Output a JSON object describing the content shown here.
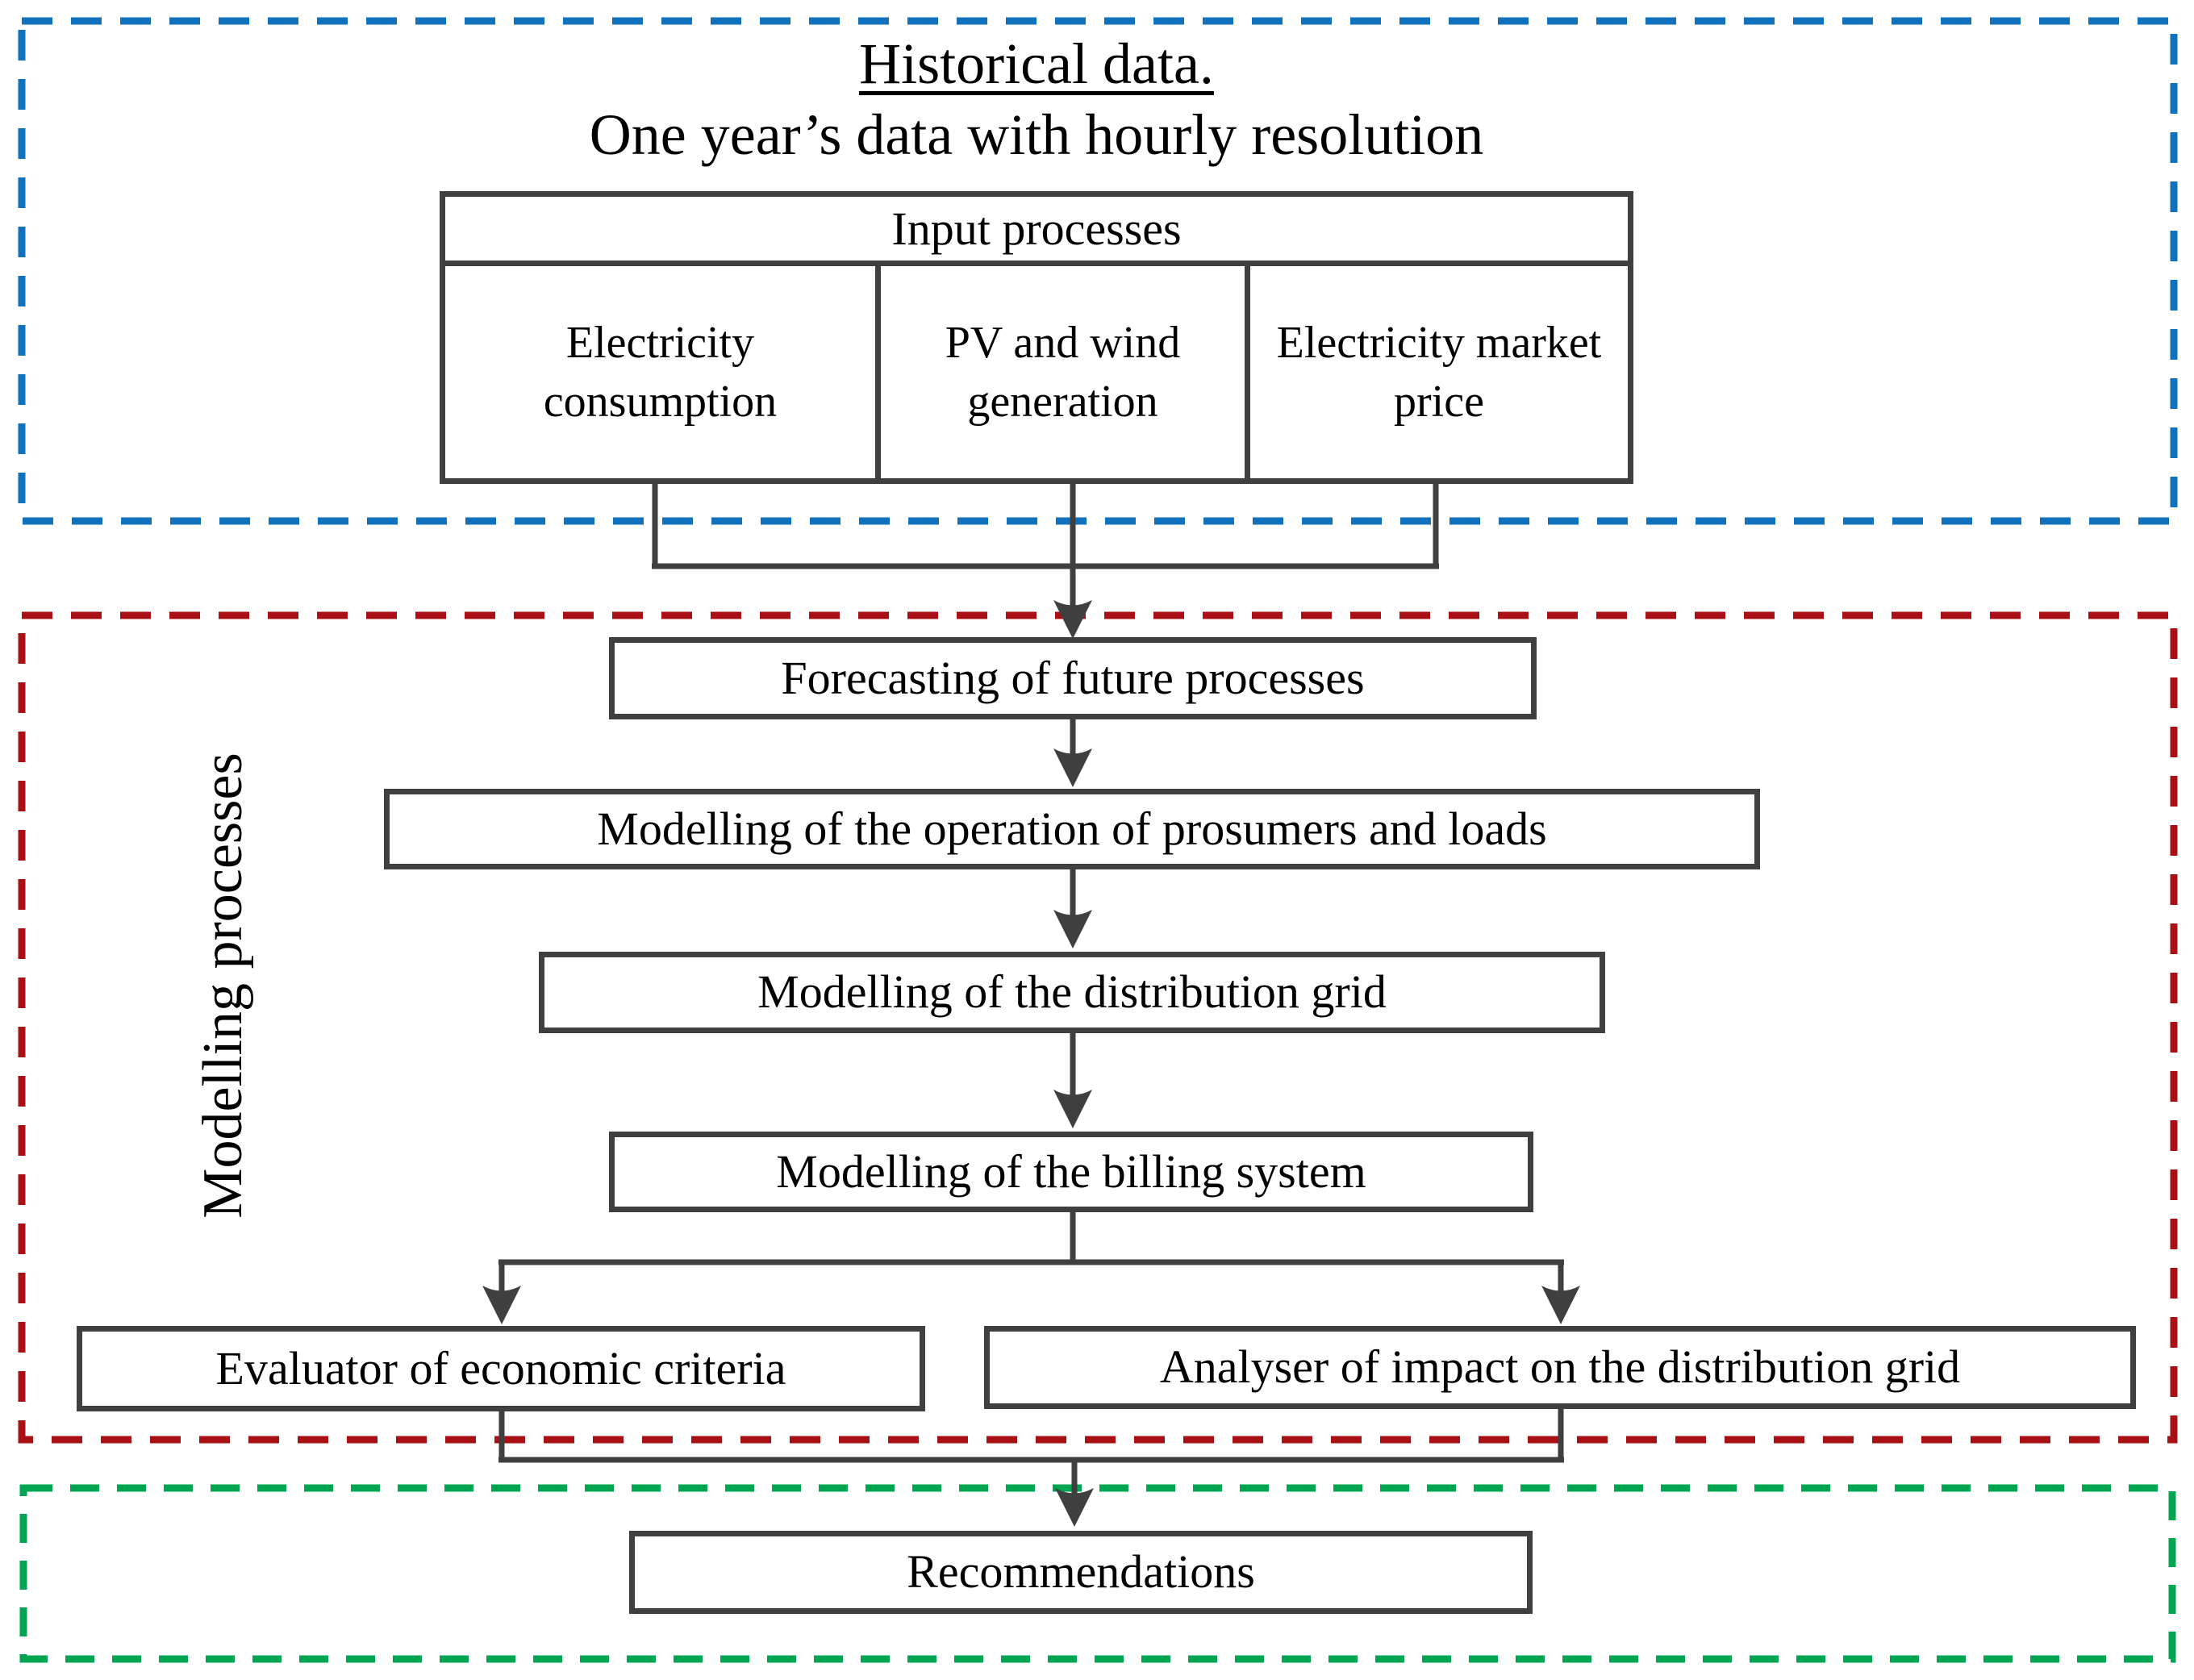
{
  "colors": {
    "blue": "#1072BC",
    "red": "#A81016",
    "green": "#00A551",
    "line": "#3F3F3F",
    "text": "#000000"
  },
  "historical": {
    "title": "Historical data.",
    "subtitle": "One year’s data with hourly resolution"
  },
  "input_table": {
    "header": "Input processes",
    "cells": [
      "Electricity consumption",
      "PV and wind generation",
      "Electricity market price"
    ]
  },
  "modelling": {
    "side_label": "Modelling processes",
    "forecasting": "Forecasting of future processes",
    "prosumers": "Modelling of the operation of prosumers and loads",
    "grid": "Modelling of the distribution grid",
    "billing": "Modelling of the billing system",
    "evaluator": "Evaluator of economic criteria",
    "analyser": "Analyser of impact on the distribution grid"
  },
  "output": {
    "recommendations": "Recommendations"
  }
}
